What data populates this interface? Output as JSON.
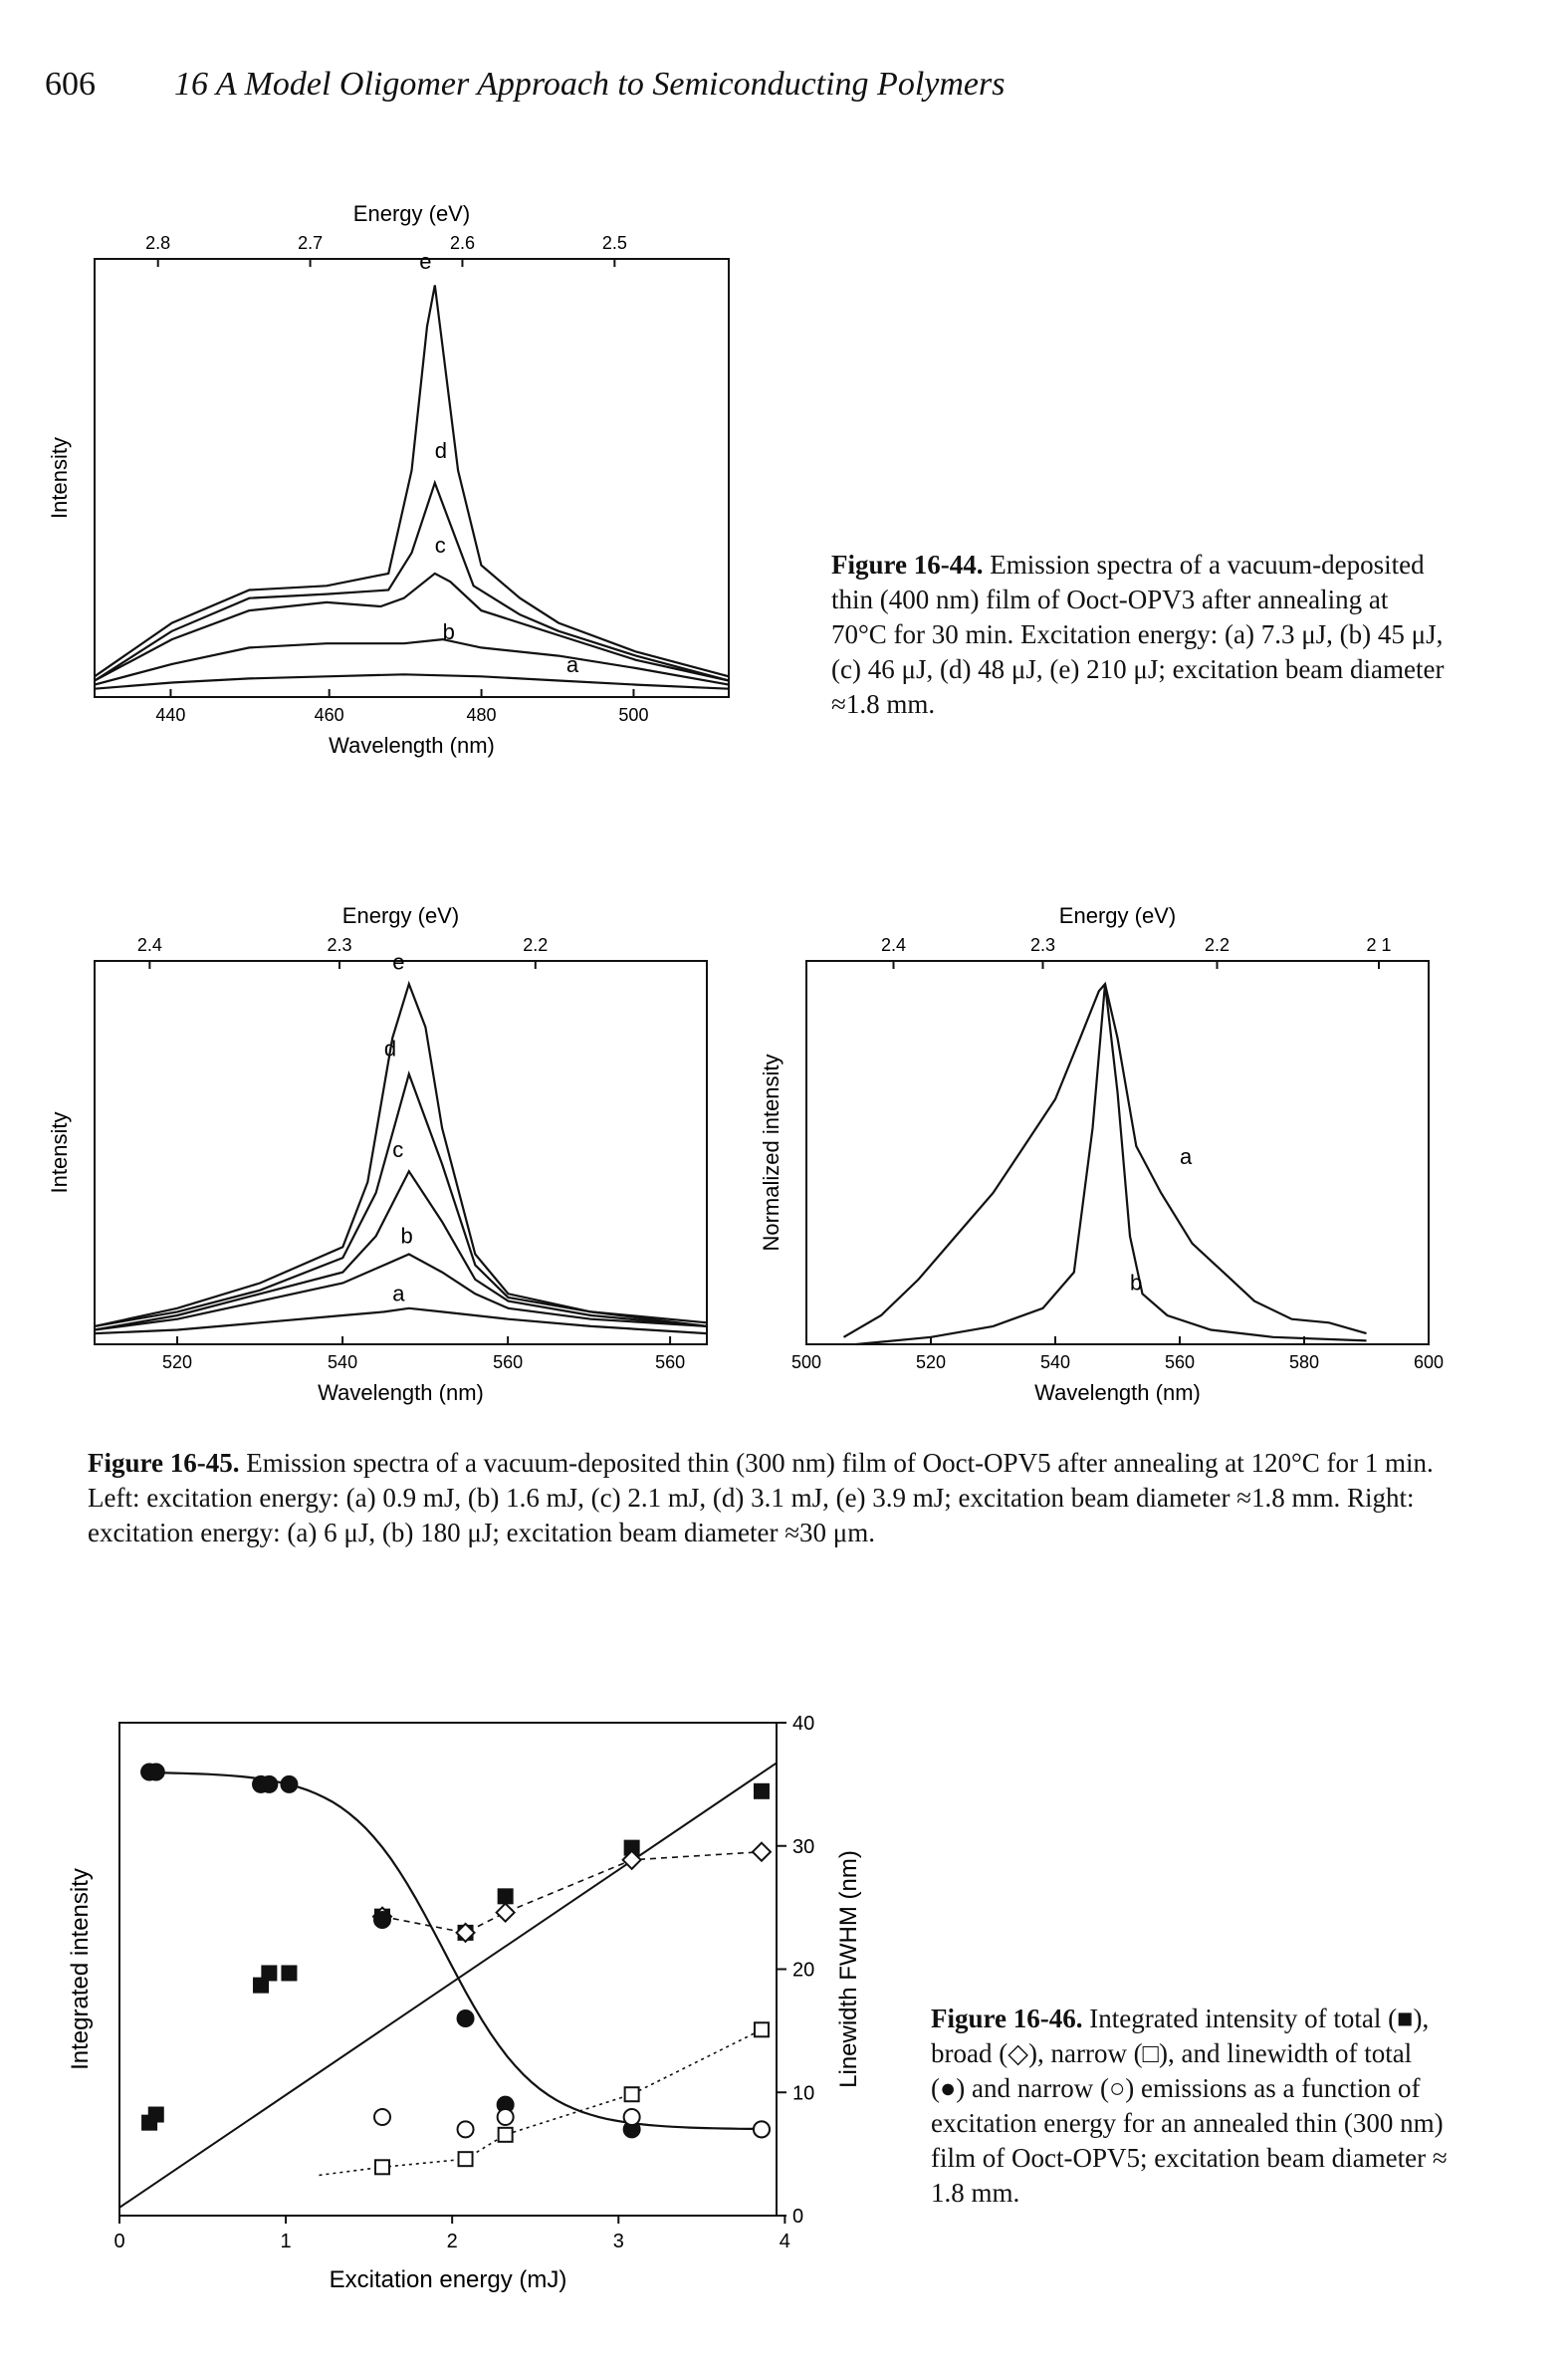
{
  "header": {
    "page_number": "606",
    "running_title": "16 A Model Oligomer Approach to Semiconducting Polymers"
  },
  "figure_16_44": {
    "caption_label": "Figure 16-44.",
    "caption_text": "Emission spectra of a vacuum-deposited thin (400 nm) film of Ooct-OPV3 after annealing at 70°C for 30 min. Excitation energy: (a) 7.3 μJ, (b) 45 μJ, (c) 46 μJ, (d) 48 μJ, (e) 210 μJ; excitation beam diameter ≈1.8 mm.",
    "chart_data": {
      "type": "line",
      "xlabel": "Wavelength (nm)",
      "ylabel": "Intensity",
      "top_axis_label": "Energy (eV)",
      "x_ticks": [
        "440",
        "460",
        "480",
        "500"
      ],
      "top_ticks": [
        "2.8",
        "2.7",
        "2.6",
        "2.5"
      ],
      "xlim": [
        430,
        512
      ],
      "series": [
        {
          "name": "a",
          "x": [
            430,
            440,
            450,
            460,
            470,
            480,
            490,
            500,
            512
          ],
          "y": [
            0.02,
            0.035,
            0.045,
            0.05,
            0.055,
            0.05,
            0.04,
            0.03,
            0.02
          ]
        },
        {
          "name": "b",
          "x": [
            430,
            440,
            450,
            460,
            466,
            470,
            475,
            480,
            490,
            500,
            512
          ],
          "y": [
            0.03,
            0.08,
            0.12,
            0.13,
            0.13,
            0.13,
            0.14,
            0.12,
            0.1,
            0.07,
            0.03
          ]
        },
        {
          "name": "c",
          "x": [
            430,
            440,
            450,
            460,
            467,
            470,
            474,
            476,
            480,
            490,
            500,
            512
          ],
          "y": [
            0.04,
            0.14,
            0.21,
            0.23,
            0.22,
            0.24,
            0.3,
            0.28,
            0.21,
            0.15,
            0.09,
            0.04
          ]
        },
        {
          "name": "d",
          "x": [
            430,
            440,
            450,
            460,
            468,
            471,
            474,
            476,
            479,
            485,
            490,
            500,
            512
          ],
          "y": [
            0.04,
            0.16,
            0.24,
            0.25,
            0.26,
            0.35,
            0.52,
            0.42,
            0.27,
            0.2,
            0.16,
            0.1,
            0.04
          ]
        },
        {
          "name": "e",
          "x": [
            430,
            440,
            450,
            460,
            468,
            471,
            473,
            474,
            475,
            477,
            480,
            485,
            490,
            500,
            512
          ],
          "y": [
            0.05,
            0.18,
            0.26,
            0.27,
            0.3,
            0.55,
            0.9,
            1.0,
            0.85,
            0.55,
            0.32,
            0.24,
            0.18,
            0.11,
            0.05
          ]
        }
      ],
      "curve_labels": [
        "e",
        "d",
        "c",
        "b",
        "a"
      ]
    }
  },
  "figure_16_45": {
    "caption_label": "Figure 16-45.",
    "caption_text": "Emission spectra of a vacuum-deposited thin (300 nm) film of Ooct-OPV5 after annealing at 120°C for 1 min. Left: excitation energy: (a) 0.9 mJ, (b) 1.6 mJ, (c) 2.1 mJ, (d) 3.1 mJ, (e) 3.9 mJ; excitation beam diameter ≈1.8 mm. Right: excitation energy: (a) 6 μJ, (b) 180 μJ; excitation beam diameter ≈30 μm.",
    "left": {
      "chart_data": {
        "type": "line",
        "xlabel": "Wavelength (nm)",
        "ylabel": "Intensity",
        "top_axis_label": "Energy (eV)",
        "x_ticks": [
          "520",
          "540",
          "560",
          "560"
        ],
        "top_ticks": [
          "2.4",
          "2.3",
          "2.2"
        ],
        "xlim": [
          510,
          584
        ],
        "series": [
          {
            "name": "a",
            "x": [
              510,
              520,
              530,
              540,
              545,
              548,
              552,
              560,
              570,
              584
            ],
            "y": [
              0.03,
              0.04,
              0.06,
              0.08,
              0.09,
              0.1,
              0.09,
              0.07,
              0.05,
              0.03
            ]
          },
          {
            "name": "b",
            "x": [
              510,
              520,
              530,
              540,
              545,
              548,
              552,
              556,
              560,
              570,
              584
            ],
            "y": [
              0.04,
              0.07,
              0.12,
              0.17,
              0.22,
              0.25,
              0.2,
              0.14,
              0.1,
              0.07,
              0.05
            ]
          },
          {
            "name": "c",
            "x": [
              510,
              520,
              530,
              540,
              544,
              548,
              552,
              556,
              560,
              570,
              584
            ],
            "y": [
              0.04,
              0.08,
              0.14,
              0.2,
              0.3,
              0.48,
              0.34,
              0.18,
              0.12,
              0.08,
              0.05
            ]
          },
          {
            "name": "d",
            "x": [
              510,
              520,
              530,
              540,
              544,
              548,
              552,
              556,
              560,
              570,
              584
            ],
            "y": [
              0.05,
              0.09,
              0.15,
              0.24,
              0.42,
              0.75,
              0.5,
              0.22,
              0.13,
              0.09,
              0.05
            ]
          },
          {
            "name": "e",
            "x": [
              510,
              520,
              530,
              540,
              543,
              546,
              548,
              550,
              552,
              556,
              560,
              570,
              584
            ],
            "y": [
              0.05,
              0.1,
              0.17,
              0.27,
              0.45,
              0.85,
              1.0,
              0.88,
              0.6,
              0.25,
              0.14,
              0.09,
              0.06
            ]
          }
        ],
        "curve_labels": [
          "e",
          "d",
          "c",
          "b",
          "a"
        ]
      }
    },
    "right": {
      "chart_data": {
        "type": "line",
        "xlabel": "Wavelength (nm)",
        "ylabel": "Normalized intensity",
        "top_axis_label": "Energy (eV)",
        "x_ticks": [
          "500",
          "520",
          "540",
          "560",
          "580",
          "600"
        ],
        "top_ticks": [
          "2.4",
          "2.3",
          "2.2",
          "2 1"
        ],
        "xlim": [
          500,
          600
        ],
        "series": [
          {
            "name": "a",
            "x": [
              506,
              512,
              518,
              524,
              530,
              535,
              540,
              544,
              547,
              548,
              550,
              553,
              557,
              562,
              567,
              572,
              578,
              584,
              590
            ],
            "y": [
              0.02,
              0.08,
              0.18,
              0.3,
              0.42,
              0.55,
              0.68,
              0.85,
              0.98,
              1.0,
              0.85,
              0.55,
              0.42,
              0.28,
              0.2,
              0.12,
              0.07,
              0.06,
              0.03
            ]
          },
          {
            "name": "b",
            "x": [
              508,
              520,
              530,
              538,
              543,
              546,
              548,
              550,
              552,
              554,
              558,
              565,
              575,
              590
            ],
            "y": [
              0.0,
              0.02,
              0.05,
              0.1,
              0.2,
              0.6,
              1.0,
              0.7,
              0.3,
              0.14,
              0.08,
              0.04,
              0.02,
              0.01
            ]
          }
        ],
        "curve_labels": [
          "a",
          "b"
        ]
      }
    }
  },
  "figure_16_46": {
    "caption_label": "Figure 16-46.",
    "caption_text": "Integrated intensity of total (■), broad (◇), narrow (□), and linewidth of total (●) and narrow (○) emissions as a function of excitation energy for an annealed thin (300 nm) film of Ooct-OPV5; excitation beam diameter ≈ 1.8 mm.",
    "chart_data": {
      "type": "scatter",
      "xlabel": "Excitation energy (mJ)",
      "ylabel": "Integrated intensity",
      "y2label": "Linewidth FWHM (nm)",
      "x_ticks": [
        "0",
        "1",
        "2",
        "3",
        "4"
      ],
      "y2_ticks": [
        "0",
        "10",
        "20",
        "30",
        "40"
      ],
      "xlim": [
        0,
        3.95
      ],
      "y2lim": [
        0,
        40
      ],
      "series": [
        {
          "name": "total",
          "marker": "square-filled",
          "x": [
            0.18,
            0.22,
            0.85,
            0.9,
            1.02,
            1.58,
            2.08,
            2.32,
            3.08,
            3.86
          ],
          "y": [
            0.23,
            0.25,
            0.57,
            0.6,
            0.6,
            0.74,
            0.7,
            0.79,
            0.91,
            1.05
          ]
        },
        {
          "name": "broad",
          "marker": "diamond-open",
          "x": [
            1.58,
            2.08,
            2.32,
            3.08,
            3.86
          ],
          "y": [
            0.74,
            0.7,
            0.75,
            0.88,
            0.9
          ]
        },
        {
          "name": "narrow",
          "marker": "square-open",
          "x": [
            1.58,
            2.08,
            2.32,
            3.08,
            3.86
          ],
          "y": [
            0.12,
            0.14,
            0.2,
            0.3,
            0.46
          ]
        },
        {
          "name": "linewidth total",
          "marker": "circle-filled",
          "axis": "y2",
          "x": [
            0.18,
            0.22,
            0.85,
            0.9,
            1.02,
            1.58,
            2.08,
            2.32,
            3.08,
            3.86
          ],
          "y": [
            36,
            36,
            35,
            35,
            35,
            24,
            16,
            9,
            7,
            7
          ]
        },
        {
          "name": "linewidth narrow",
          "marker": "circle-open",
          "axis": "y2",
          "x": [
            1.58,
            2.08,
            2.32,
            3.08,
            3.86
          ],
          "y": [
            8,
            7,
            8,
            8,
            7
          ]
        }
      ]
    }
  }
}
